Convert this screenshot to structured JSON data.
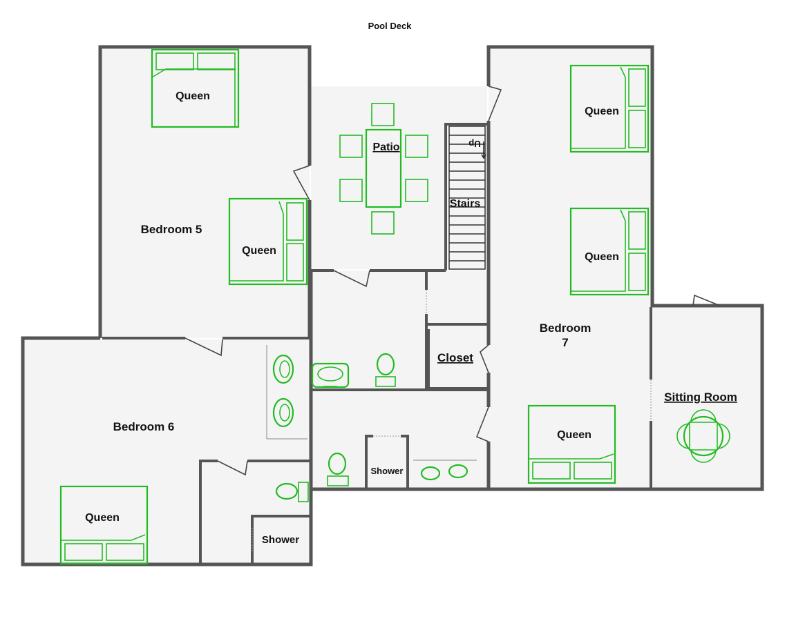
{
  "title": "Pool Deck",
  "rooms": {
    "bedroom5": "Bedroom 5",
    "bedroom6": "Bedroom 6",
    "bedroom7_line1": "Bedroom",
    "bedroom7_line2": "7",
    "patio": "Patio",
    "stairs": "Stairs",
    "up": "Up",
    "closet": "Closet",
    "sitting_room": "Sitting Room",
    "shower_upper": "Shower",
    "shower_lower": "Shower"
  },
  "beds": {
    "b5_top": "Queen",
    "b5_side": "Queen",
    "b6": "Queen",
    "b7_top": "Queen",
    "b7_mid": "Queen",
    "b7_bottom": "Queen"
  },
  "colors": {
    "furniture": "#22bb22",
    "wall": "#555555",
    "floor": "#f4f4f4"
  }
}
